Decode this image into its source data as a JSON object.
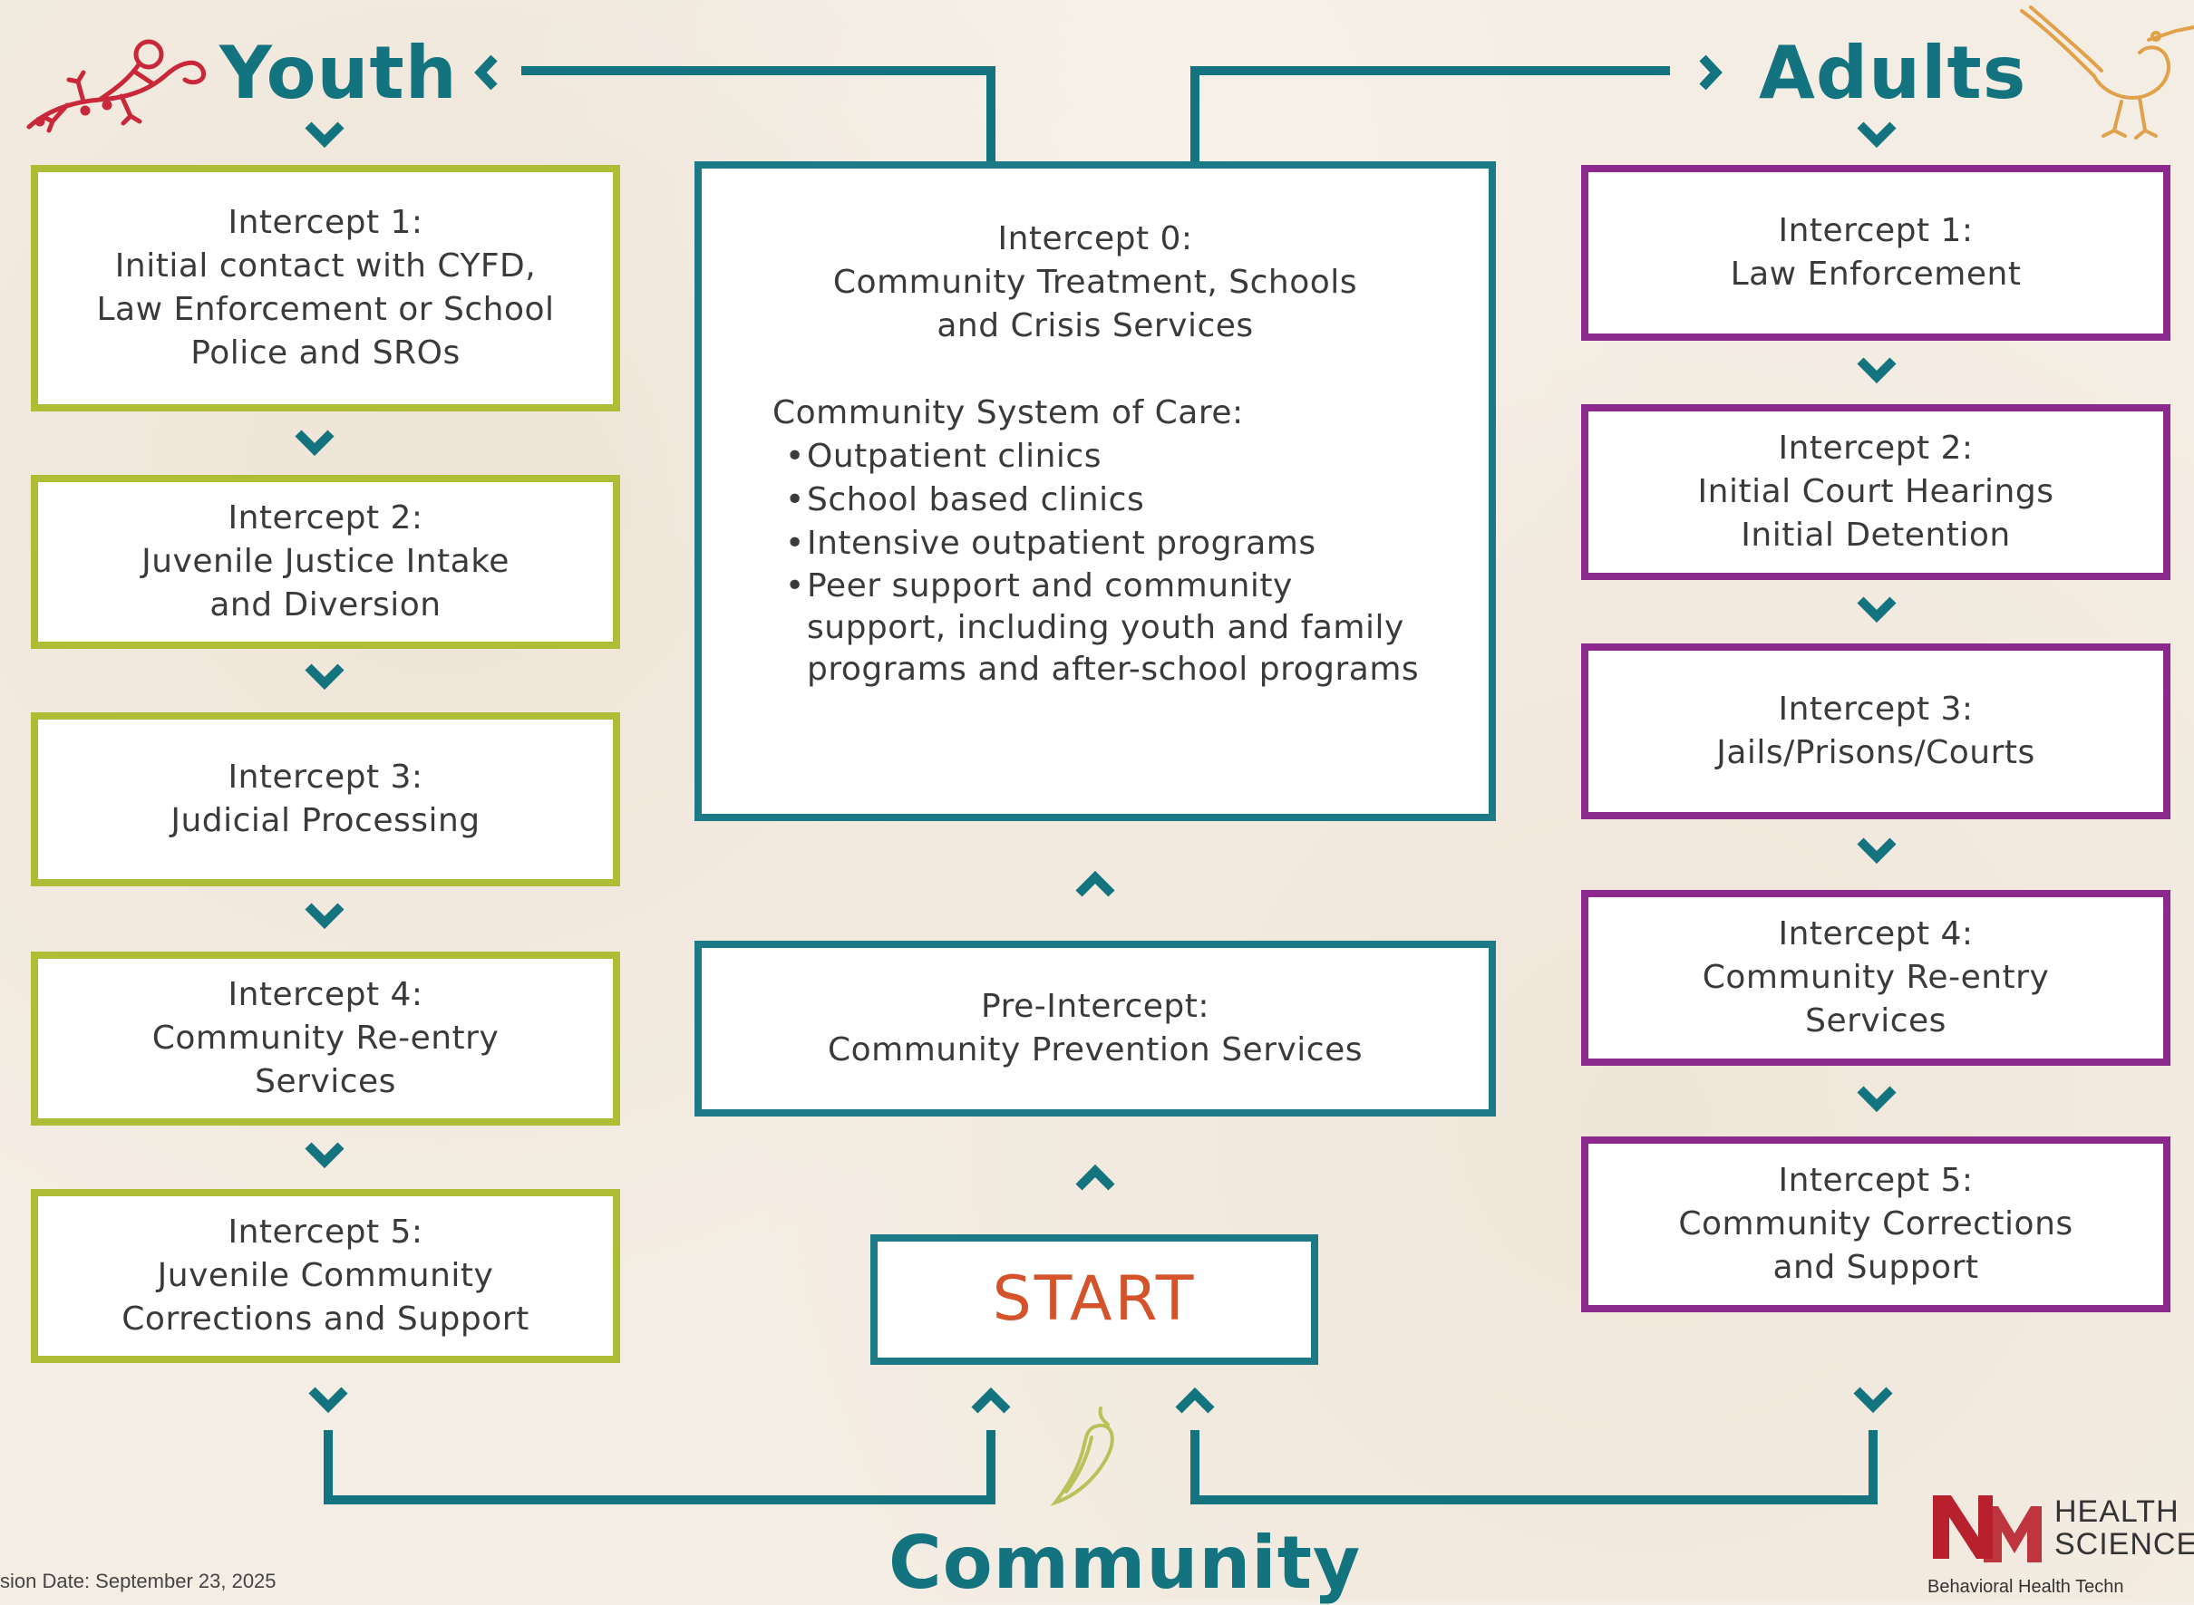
{
  "headers": {
    "youth": "Youth",
    "adults": "Adults",
    "community": "Community"
  },
  "youth": [
    {
      "lines": [
        "Intercept 1:",
        "Initial contact with CYFD,",
        "Law Enforcement or School",
        "Police and SROs"
      ]
    },
    {
      "lines": [
        "Intercept 2:",
        "Juvenile Justice Intake",
        "and Diversion"
      ]
    },
    {
      "lines": [
        "Intercept 3:",
        "Judicial Processing"
      ]
    },
    {
      "lines": [
        "Intercept 4:",
        "Community Re-entry",
        "Services"
      ]
    },
    {
      "lines": [
        "Intercept 5:",
        "Juvenile Community",
        "Corrections and Support"
      ]
    }
  ],
  "adults": [
    {
      "lines": [
        "Intercept 1:",
        "Law Enforcement"
      ]
    },
    {
      "lines": [
        "Intercept 2:",
        "Initial Court Hearings",
        "Initial Detention"
      ]
    },
    {
      "lines": [
        "Intercept 3:",
        "Jails/Prisons/Courts"
      ]
    },
    {
      "lines": [
        "Intercept 4:",
        "Community Re-entry",
        "Services"
      ]
    },
    {
      "lines": [
        "Intercept 5:",
        "Community Corrections",
        "and Support"
      ]
    }
  ],
  "intercept0": {
    "lines": [
      "Intercept 0:",
      "Community Treatment, Schools",
      "and Crisis Services"
    ],
    "care_heading": "Community System of Care:",
    "care_items": [
      "Outpatient clinics",
      "School based clinics",
      "Intensive outpatient programs",
      "Peer support and community support, including youth and family programs and after-school programs"
    ]
  },
  "pre_intercept": {
    "lines": [
      "Pre-Intercept:",
      "Community Prevention Services"
    ]
  },
  "start": "START",
  "footer": {
    "date": "sion Date: September 23, 2025",
    "org_line1": "HEALTH",
    "org_line2": "SCIENCE",
    "org_sub": "Behavioral Health Techn",
    "logo_mark": "NM"
  },
  "colors": {
    "teal": "#13747f",
    "youth_border": "#aebd36",
    "adult_border": "#8b2a8c",
    "start_text": "#d5532a",
    "lizard": "#c8283a",
    "roadrunner": "#e0a14a",
    "pepper": "#b9c15a",
    "logo_red": "#b8202e"
  },
  "icons": [
    "lizard-icon",
    "roadrunner-icon",
    "chile-pepper-icon",
    "unm-logo-icon"
  ]
}
